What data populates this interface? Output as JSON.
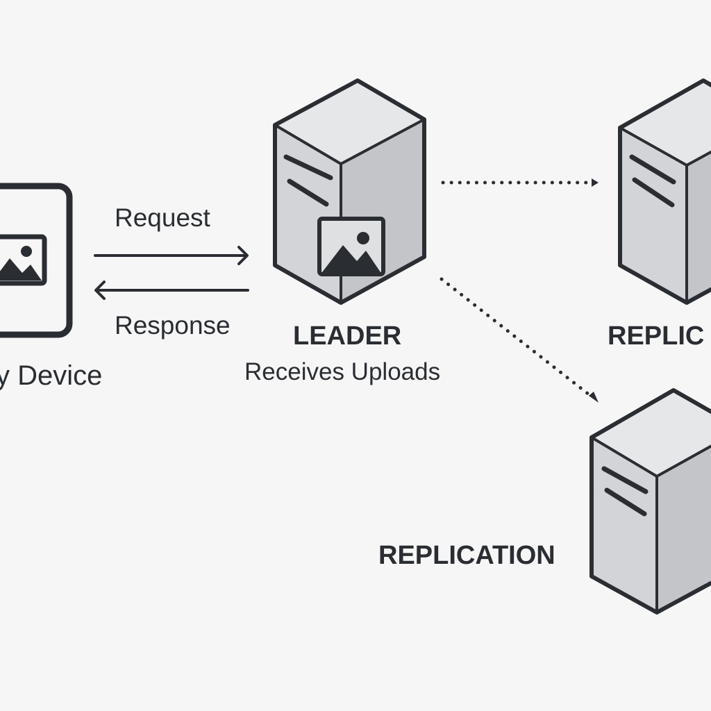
{
  "device": {
    "label": "y Device",
    "icon": "image-icon"
  },
  "arrows": {
    "request_label": "Request",
    "response_label": "Response"
  },
  "leader": {
    "title": "LEADER",
    "subtitle": "Receives Uploads",
    "icon": "server-icon",
    "badge_icon": "image-icon"
  },
  "replicas": [
    {
      "label": "REPLIC",
      "icon": "server-icon"
    },
    {
      "label": "REPLICATION",
      "icon": "server-icon"
    }
  ],
  "colors": {
    "background": "#f6f6f6",
    "outline": "#2a2d31",
    "server_top": "#e6e7e9",
    "server_front": "#d3d4d7",
    "server_side": "#c3c5c9",
    "icon_fill": "#2a2d31"
  }
}
